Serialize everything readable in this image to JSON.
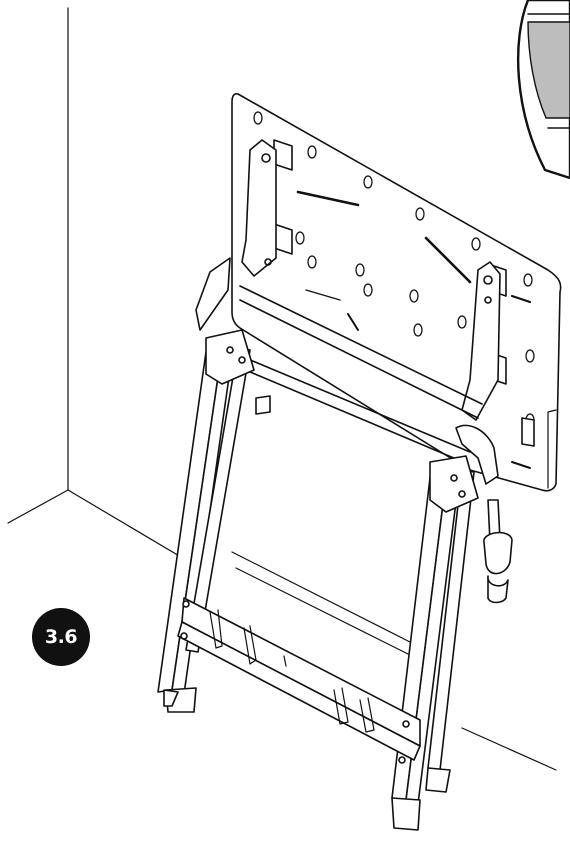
{
  "step": {
    "label": "3.6"
  },
  "colors": {
    "line": "#111111",
    "inset_fill": "#bdbdbd",
    "badge": "#111111"
  },
  "icons": {
    "step_marker": "step-number-badge",
    "inset": "detail-magnifier-inset"
  }
}
